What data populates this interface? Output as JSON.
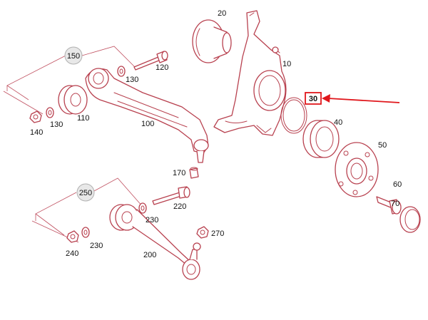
{
  "diagram": {
    "labels": {
      "p10": "10",
      "p20": "20",
      "p30": "30",
      "p40": "40",
      "p50": "50",
      "p60": "60",
      "p70": "70",
      "p100": "100",
      "p110": "110",
      "p120": "120",
      "p130a": "130",
      "p130b": "130",
      "p140": "140",
      "p150": "150",
      "p170": "170",
      "p200": "200",
      "p220": "220",
      "p230a": "230",
      "p230b": "230",
      "p240": "240",
      "p250": "250",
      "p270": "270"
    },
    "highlighted_part": "30",
    "colors": {
      "line_art": "#b8414f",
      "highlight": "#e0171c",
      "badge_fill": "#e8e8e8"
    }
  }
}
